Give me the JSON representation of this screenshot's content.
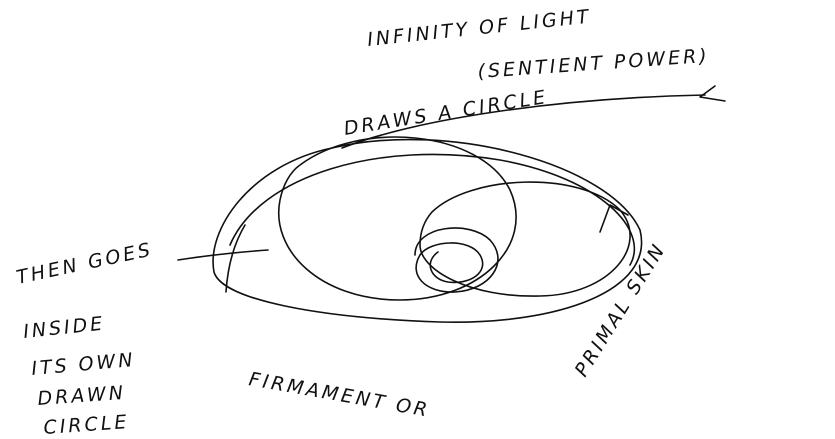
{
  "labels": {
    "title": "INFINITY OF LIGHT",
    "subtitle": "(SENTIENT POWER)",
    "draws": "DRAWS A CIRCLE",
    "then_goes": "THEN GOES",
    "inside": "INSIDE",
    "its_own": "ITS OWN",
    "drawn": "DRAWN",
    "circle": "CIRCLE",
    "firmament": "FIRMAMENT OR",
    "primal": "PRIMAL SKIN"
  }
}
